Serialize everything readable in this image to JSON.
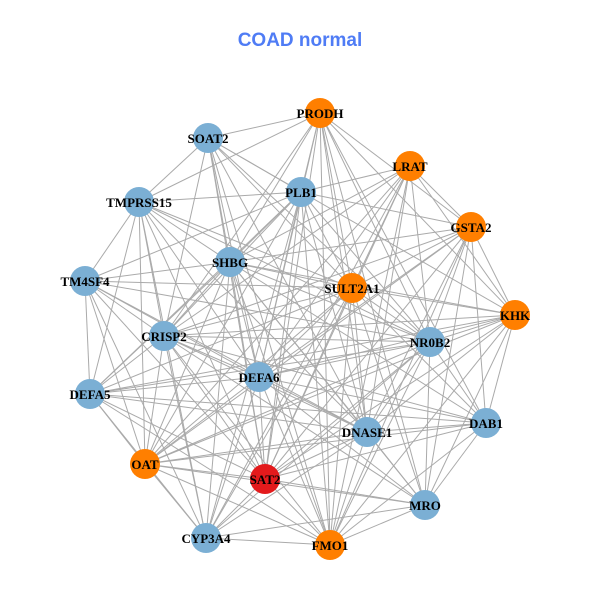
{
  "title": "COAD normal",
  "colors": {
    "blue": "#7bafd4",
    "orange": "#ff7f00",
    "red": "#e31a1c",
    "edge": "#aaaaaa"
  },
  "nodes": [
    {
      "id": "PRODH",
      "group": "orange"
    },
    {
      "id": "SOAT2",
      "group": "blue"
    },
    {
      "id": "LRAT",
      "group": "orange"
    },
    {
      "id": "PLB1",
      "group": "blue"
    },
    {
      "id": "TMPRSS15",
      "group": "blue"
    },
    {
      "id": "GSTA2",
      "group": "orange"
    },
    {
      "id": "SHBG",
      "group": "blue"
    },
    {
      "id": "SULT2A1",
      "group": "orange"
    },
    {
      "id": "TM4SF4",
      "group": "blue"
    },
    {
      "id": "KHK",
      "group": "orange"
    },
    {
      "id": "CRISP2",
      "group": "blue"
    },
    {
      "id": "NR0B2",
      "group": "blue"
    },
    {
      "id": "DEFA6",
      "group": "blue"
    },
    {
      "id": "DEFA5",
      "group": "blue"
    },
    {
      "id": "DAB1",
      "group": "blue"
    },
    {
      "id": "DNASE1",
      "group": "blue"
    },
    {
      "id": "OAT",
      "group": "orange"
    },
    {
      "id": "SAT2",
      "group": "red"
    },
    {
      "id": "MRO",
      "group": "blue"
    },
    {
      "id": "CYP3A4",
      "group": "blue"
    },
    {
      "id": "FMO1",
      "group": "orange"
    }
  ],
  "adjacency": [
    [
      1,
      3,
      4,
      5,
      6,
      7,
      9,
      10,
      11,
      12,
      14,
      15,
      17,
      18,
      20
    ],
    [
      3,
      4,
      6,
      7,
      9,
      10,
      11,
      12,
      15,
      17,
      20
    ],
    [
      3,
      5,
      6,
      7,
      9,
      10,
      11,
      12,
      15,
      16,
      17,
      19,
      20
    ],
    [
      4,
      5,
      6,
      7,
      8,
      10,
      11,
      12,
      13,
      15,
      16,
      17,
      19,
      20
    ],
    [
      6,
      7,
      8,
      10,
      11,
      12,
      13,
      15,
      16,
      17,
      19
    ],
    [
      6,
      7,
      9,
      10,
      11,
      12,
      14,
      15,
      16,
      17,
      18,
      20
    ],
    [
      7,
      8,
      9,
      10,
      11,
      12,
      13,
      14,
      15,
      16,
      17,
      18,
      19,
      20
    ],
    [
      8,
      9,
      10,
      11,
      12,
      13,
      14,
      15,
      16,
      17,
      18,
      19,
      20
    ],
    [
      10,
      11,
      12,
      13,
      15,
      16,
      17,
      19
    ],
    [
      10,
      11,
      12,
      13,
      14,
      15,
      16,
      17,
      18,
      20
    ],
    [
      11,
      12,
      13,
      14,
      15,
      16,
      17,
      18,
      19,
      20
    ],
    [
      12,
      13,
      14,
      15,
      16,
      17,
      18,
      19,
      20
    ],
    [
      13,
      14,
      15,
      16,
      17,
      18,
      19,
      20
    ],
    [
      14,
      15,
      16,
      17,
      19,
      20
    ],
    [
      15,
      16,
      17,
      18,
      20
    ],
    [
      16,
      17,
      18,
      19,
      20
    ],
    [
      17,
      18,
      19,
      20
    ],
    [
      18,
      19,
      20
    ],
    [
      19,
      20
    ],
    [
      20
    ],
    []
  ]
}
